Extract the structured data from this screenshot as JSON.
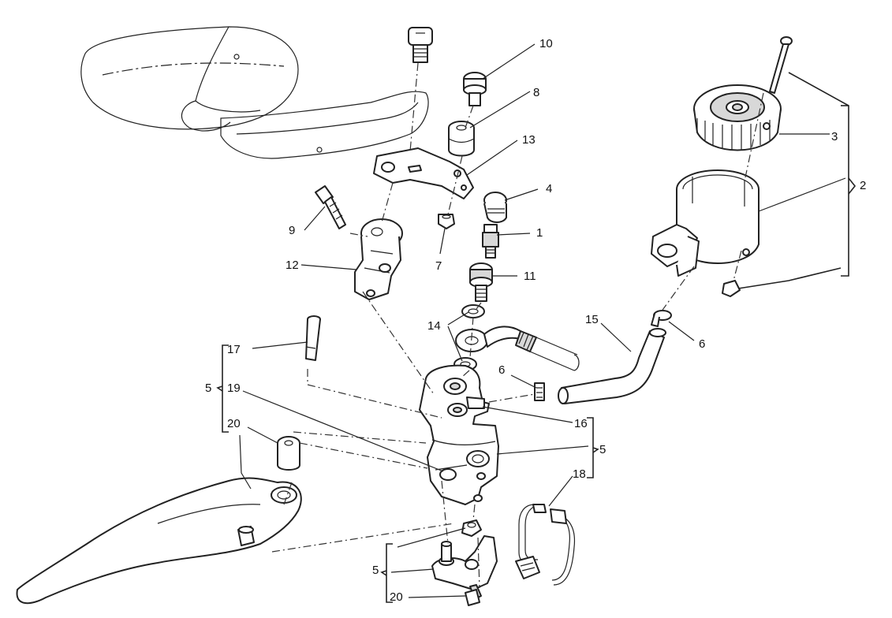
{
  "diagram": {
    "callouts": [
      {
        "id": "c10",
        "text": "10"
      },
      {
        "id": "c8",
        "text": "8"
      },
      {
        "id": "c13",
        "text": "13"
      },
      {
        "id": "c4",
        "text": "4"
      },
      {
        "id": "c1",
        "text": "1"
      },
      {
        "id": "c11",
        "text": "11"
      },
      {
        "id": "c9",
        "text": "9"
      },
      {
        "id": "c12",
        "text": "12"
      },
      {
        "id": "c7",
        "text": "7"
      },
      {
        "id": "c14",
        "text": "14"
      },
      {
        "id": "c15",
        "text": "15"
      },
      {
        "id": "c6a",
        "text": "6"
      },
      {
        "id": "c6b",
        "text": "6"
      },
      {
        "id": "c3",
        "text": "3"
      },
      {
        "id": "c2",
        "text": "2"
      },
      {
        "id": "c17",
        "text": "17"
      },
      {
        "id": "c5a",
        "text": "5"
      },
      {
        "id": "c19",
        "text": "19"
      },
      {
        "id": "c20a",
        "text": "20"
      },
      {
        "id": "c16",
        "text": "16"
      },
      {
        "id": "c5b",
        "text": "5"
      },
      {
        "id": "c18",
        "text": "18"
      },
      {
        "id": "c5c",
        "text": "5"
      },
      {
        "id": "c20b",
        "text": "20"
      }
    ]
  }
}
